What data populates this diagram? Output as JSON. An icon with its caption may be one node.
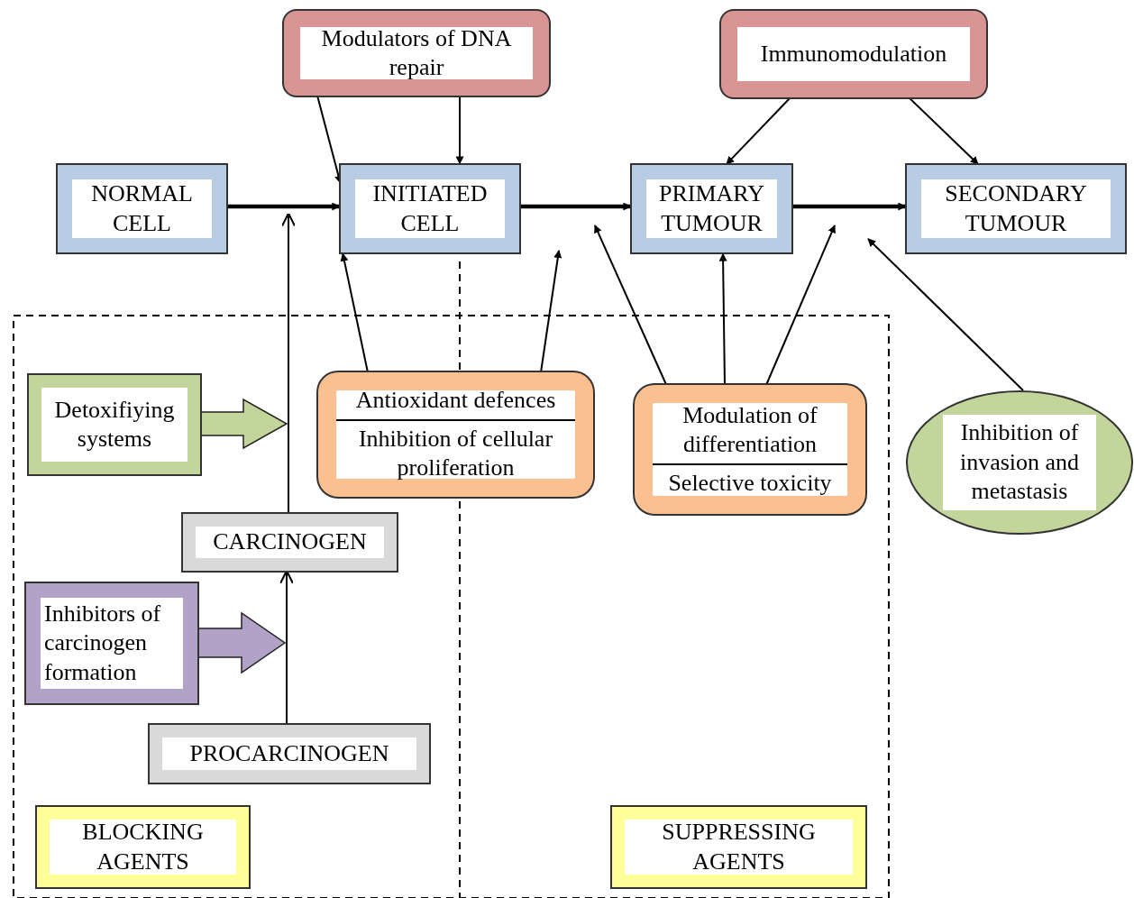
{
  "diagram": {
    "nodes": [
      {
        "text": [
          "Modulators of DNA repair"
        ]
      },
      {
        "text": [
          "Immunomodulation"
        ]
      },
      {
        "text": [
          "NORMAL CELL"
        ]
      },
      {
        "text": [
          "INITIATED CELL"
        ]
      },
      {
        "text": [
          "PRIMARY TUMOUR"
        ]
      },
      {
        "text": [
          "SECONDARY TUMOUR"
        ]
      },
      {
        "text": [
          "Detoxifiying systems"
        ]
      },
      {
        "text": [
          "Antioxidant defences",
          "Inhibition of cellular proliferation"
        ]
      },
      {
        "text": [
          "Modulation of differentiation",
          "Selective toxicity"
        ]
      },
      {
        "text": [
          "Inhibition of invasion and metastasis"
        ]
      },
      {
        "text": [
          "CARCINOGEN"
        ]
      },
      {
        "text": [
          "Inhibitors of carcinogen formation"
        ]
      },
      {
        "text": [
          "PROCARCINOGEN"
        ]
      },
      {
        "text": [
          "BLOCKING AGENTS"
        ]
      },
      {
        "text": [
          "SUPPRESSING AGENTS"
        ]
      }
    ],
    "edges": [
      {
        "from": 2,
        "to": 3,
        "arrow": "to",
        "style": "thick"
      },
      {
        "from": 3,
        "to": 4,
        "arrow": "to",
        "style": "thick"
      },
      {
        "from": 4,
        "to": 5,
        "arrow": "to",
        "style": "thick"
      },
      {
        "from": 0,
        "to": 3,
        "arrow": "to"
      },
      {
        "from": 0,
        "to": 3,
        "arrow": "to"
      },
      {
        "from": 1,
        "to": 4,
        "arrow": "to"
      },
      {
        "from": 1,
        "to": 5,
        "arrow": "to"
      },
      {
        "from": 10,
        "to": null,
        "arrow": "to"
      },
      {
        "from": 12,
        "to": 10,
        "arrow": "to"
      },
      {
        "from": 6,
        "to": null,
        "arrow": "to",
        "color": "#c2d69b"
      },
      {
        "from": 11,
        "to": null,
        "arrow": "to",
        "color": "#b2a2c7"
      },
      {
        "from": 7,
        "to": 3,
        "arrow": "to"
      },
      {
        "from": 7,
        "to": null,
        "arrow": "to"
      },
      {
        "from": 8,
        "to": null,
        "arrow": "to"
      },
      {
        "from": 8,
        "to": 4,
        "arrow": "to"
      },
      {
        "from": 8,
        "to": null,
        "arrow": "to"
      },
      {
        "from": 9,
        "to": null,
        "arrow": "to"
      }
    ]
  }
}
